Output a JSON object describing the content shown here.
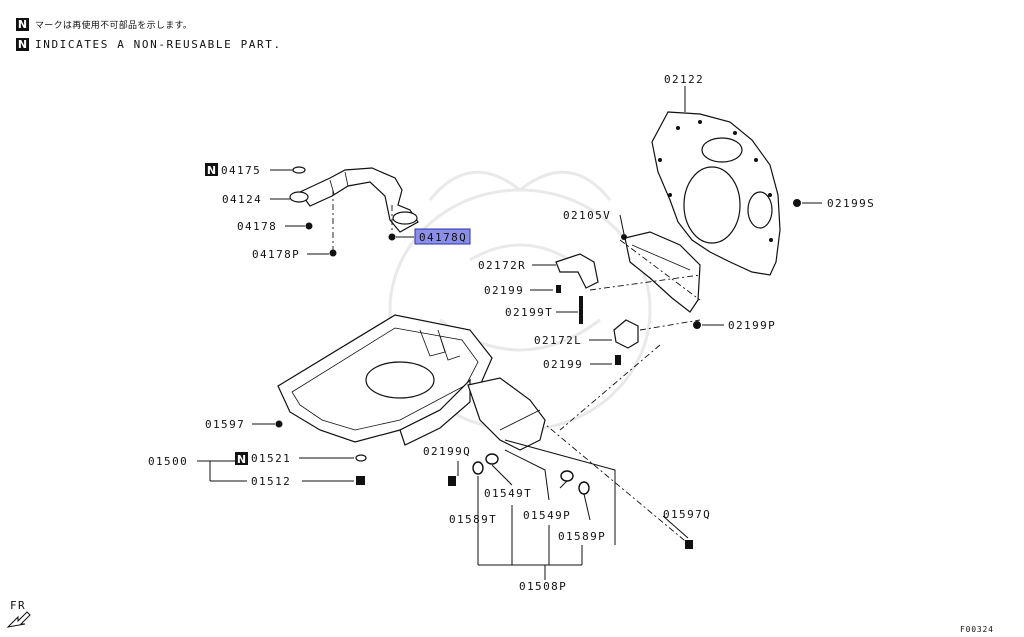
{
  "notes": {
    "badge": "N",
    "jp": "マークは再使用不可部品を示します。",
    "en": "INDICATES A NON-REUSABLE PART."
  },
  "labels": {
    "p02122": "02122",
    "p04175": "04175",
    "p04124": "04124",
    "p04178": "04178",
    "p04178P": "04178P",
    "p04178Q": "04178Q",
    "p02199S": "02199S",
    "p02105V": "02105V",
    "p02172R": "02172R",
    "p02199a": "02199",
    "p02199T": "02199T",
    "p02199P": "02199P",
    "p02172L": "02172L",
    "p02199b": "02199",
    "p01597": "01597",
    "p01500": "01500",
    "p01521": "01521",
    "p01512": "01512",
    "p02199Q": "02199Q",
    "p01549T": "01549T",
    "p01589T": "01589T",
    "p01549P": "01549P",
    "p01589P": "01589P",
    "p01597Q": "01597Q",
    "p01508P": "01508P"
  },
  "badge_n": "N",
  "fr_label": "FR",
  "figure_code": "F00324",
  "highlighted_part": "04178Q",
  "colors": {
    "highlight": "#8b8fe8",
    "line": "#111111"
  }
}
